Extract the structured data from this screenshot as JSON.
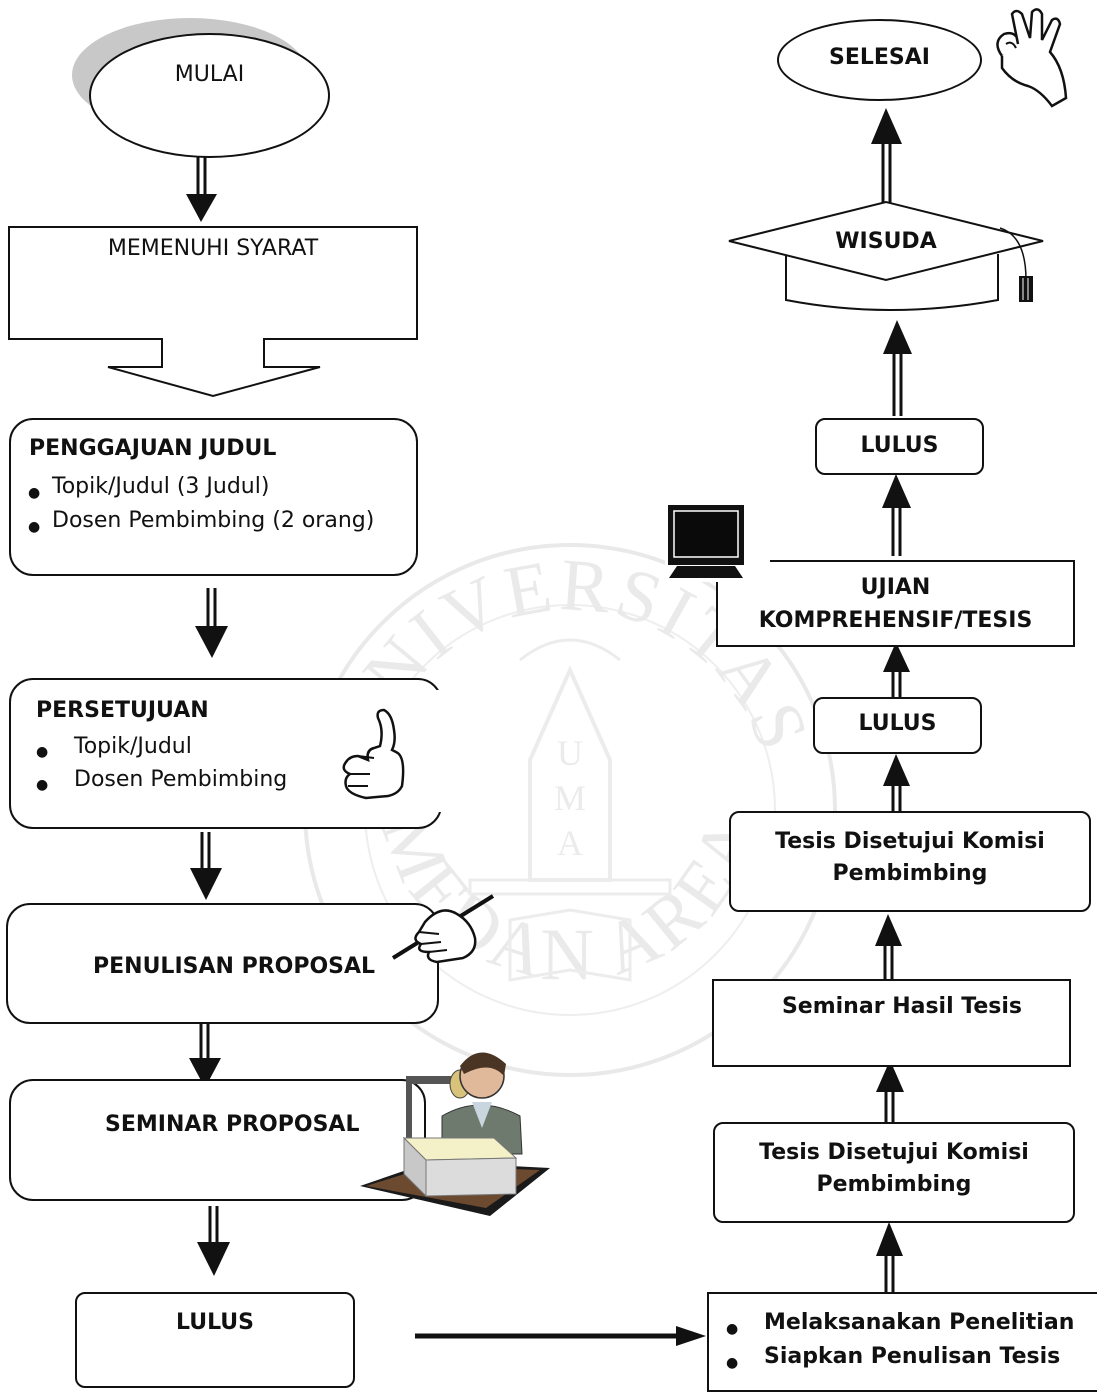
{
  "start": {
    "label": "MULAI"
  },
  "requirements": {
    "label": "MEMENUHI SYARAT"
  },
  "title_submission": {
    "heading": "PENGGAJUAN JUDUL",
    "items": [
      "Topik/Judul (3 Judul)",
      "Dosen Pembimbing (2 orang)"
    ]
  },
  "approval": {
    "heading": "PERSETUJUAN",
    "items": [
      "Topik/Judul",
      "Dosen Pembimbing"
    ]
  },
  "proposal_writing": {
    "label": "PENULISAN PROPOSAL"
  },
  "proposal_seminar": {
    "label": "SEMINAR PROPOSAL"
  },
  "pass_left": {
    "label": "LULUS"
  },
  "research": {
    "items": [
      "Melaksanakan Penelitian",
      "Siapkan Penulisan Tesis"
    ]
  },
  "thesis_approved_1": {
    "line1": "Tesis Disetujui Komisi",
    "line2": "Pembimbing"
  },
  "thesis_seminar": {
    "label": "Seminar Hasil Tesis"
  },
  "thesis_approved_2": {
    "line1": "Tesis Disetujui Komisi",
    "line2": "Pembimbing"
  },
  "pass_right_1": {
    "label": "LULUS"
  },
  "exam": {
    "line1": "UJIAN",
    "line2": "KOMPREHENSIF/TESIS"
  },
  "pass_right_2": {
    "label": "LULUS"
  },
  "graduation": {
    "label": "WISUDA"
  },
  "finish": {
    "label": "SELESAI"
  },
  "watermark": {
    "text_top": "UNIVERSITAS",
    "text_bottom": "MEDAN AREA",
    "initials": [
      "U",
      "M",
      "A"
    ]
  },
  "icons": [
    "ok-hand-icon",
    "thumbs-up-icon",
    "writing-hand-icon",
    "presenter-icon",
    "monitor-icon",
    "graduation-cap-icon"
  ]
}
